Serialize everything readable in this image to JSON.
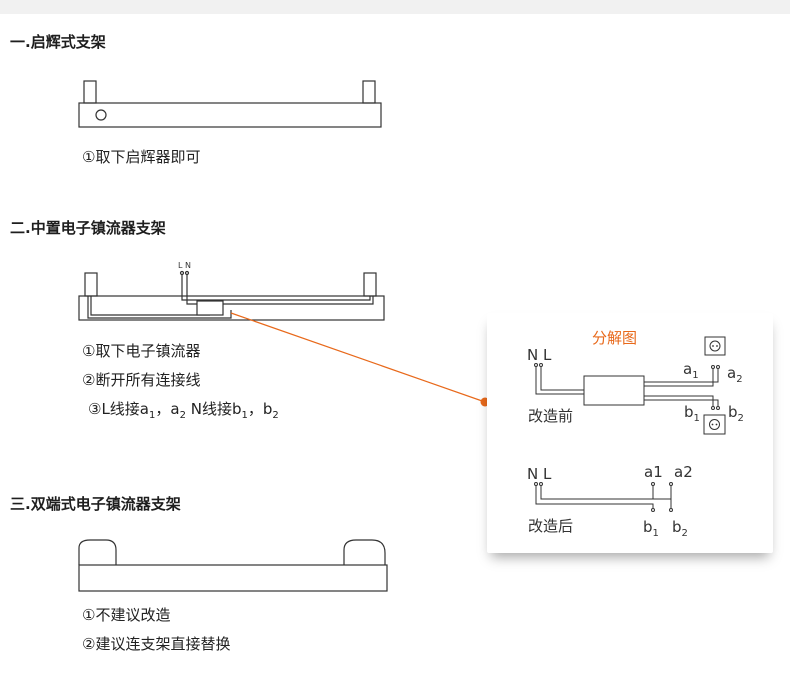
{
  "sections": [
    {
      "heading": "一.启辉式支架",
      "steps": [
        "①取下启辉器即可"
      ]
    },
    {
      "heading": "二.中置电子镇流器支架",
      "steps": [
        "①取下电子镇流器",
        "②断开所有连接线"
      ],
      "step3": {
        "prefix": "③L线接a",
        "a1_sub": "1",
        "mid": "，a",
        "a2_sub": "2",
        "mid2": " N线接b",
        "b1_sub": "1",
        "tail": "，b",
        "b2_sub": "2"
      },
      "terminal_label": "L N"
    },
    {
      "heading": "三.双端式电子镇流器支架",
      "steps": [
        "①不建议改造",
        "②建议连支架直接替换"
      ]
    }
  ],
  "exploded_view": {
    "title": "分解图",
    "before": {
      "label": "改造前",
      "terminals": "N L",
      "a": "a",
      "a1": "1",
      "a2": "2",
      "b": "b",
      "b1": "1",
      "b2": "2"
    },
    "after": {
      "label": "改造后",
      "terminals": "N L",
      "a1": "a1",
      "a2": "a2",
      "b": "b",
      "b1": "1",
      "b2": "2"
    }
  },
  "colors": {
    "accent": "#e8691b",
    "line": "#333333"
  }
}
